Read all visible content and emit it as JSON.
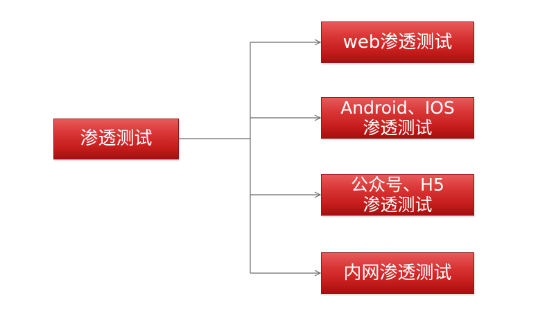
{
  "diagram": {
    "root": {
      "label": "渗透测试"
    },
    "children": [
      {
        "lines": [
          "web渗透测试"
        ]
      },
      {
        "lines": [
          "Android、IOS",
          "渗透测试"
        ]
      },
      {
        "lines": [
          "公众号、H5",
          "渗透测试"
        ]
      },
      {
        "lines": [
          "内网渗透测试"
        ]
      }
    ],
    "colors": {
      "node_fill_top": "#e85a5a",
      "node_fill_bottom": "#a70f0f",
      "node_text": "#ffffff",
      "connector": "#6b6b6b"
    }
  }
}
